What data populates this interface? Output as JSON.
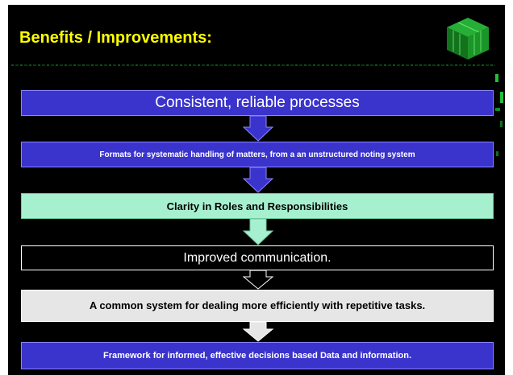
{
  "slide": {
    "title": "Benefits / Improvements:",
    "colors": {
      "background": "#000000",
      "title": "#ffff00",
      "blue_box": "#3a33cc",
      "mint_box": "#a7f0cf",
      "gray_box": "#e6e6e6",
      "accent_green": "#1fbf3a"
    },
    "decoration": {
      "icon": "green-matrix-cube-icon"
    }
  },
  "flow": {
    "steps": [
      {
        "text": "Consistent, reliable processes",
        "style": "blue"
      },
      {
        "text": "Formats  for  systematic handling of matters, from a   an unstructured noting  system",
        "style": "blue"
      },
      {
        "text": "Clarity in Roles and Responsibilities",
        "style": "mint"
      },
      {
        "text": "Improved communication.",
        "style": "black"
      },
      {
        "text": "A common system for dealing more efficiently with repetitive tasks.",
        "style": "gray"
      },
      {
        "text": "Framework for informed, effective decisions based Data and information.",
        "style": "blue"
      }
    ]
  }
}
